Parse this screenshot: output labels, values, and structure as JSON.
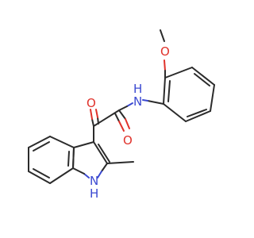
{
  "molecule": {
    "atoms": {
      "methoxy_o": "O",
      "amide_n": "N",
      "amide_h": "H",
      "ketone_o": "O",
      "amide_o": "O",
      "indole_nh": "H",
      "indole_n": "N"
    },
    "colors": {
      "carbon": "#2b2b2b",
      "oxygen": "#e0322b",
      "nitrogen": "#3b49d1"
    }
  }
}
